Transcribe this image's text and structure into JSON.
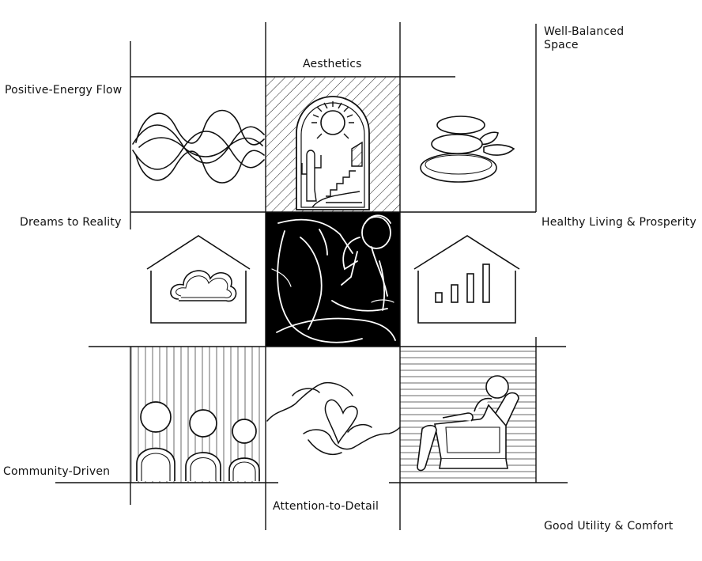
{
  "labels": {
    "aesthetics": "Aesthetics",
    "well_balanced_line1": "Well-Balanced",
    "well_balanced_line2": "Space",
    "positive_energy": "Positive-Energy Flow",
    "dreams_reality": "Dreams to Reality",
    "healthy_living": "Healthy Living & Prosperity",
    "community": "Community-Driven",
    "attention_detail": "Attention-to-Detail",
    "utility_comfort": "Good Utility & Comfort"
  },
  "colors": {
    "ink": "#111111",
    "background": "#ffffff",
    "center_fill": "#000000"
  },
  "icons": {
    "top_left": "wave-icon",
    "top_center": "sun-arch-icon",
    "top_right": "stacked-stones-icon",
    "mid_left": "house-cloud-icon",
    "center": "meditating-figure-icon",
    "mid_right": "house-growth-chart-icon",
    "bottom_left": "community-people-icon",
    "bottom_center": "hands-heart-icon",
    "bottom_right": "lounge-chair-icon"
  }
}
